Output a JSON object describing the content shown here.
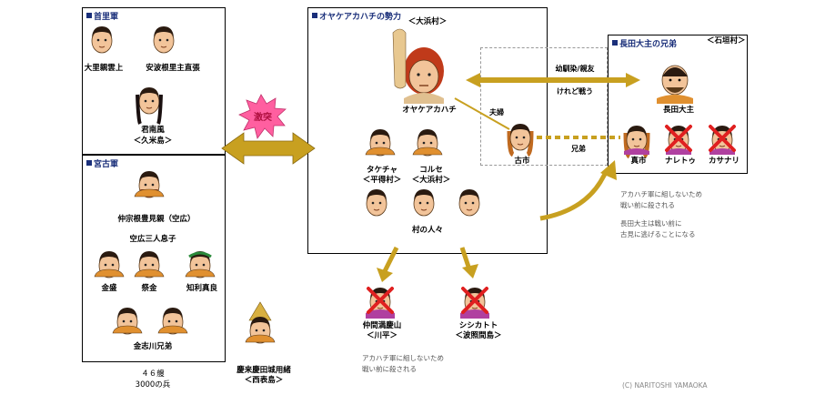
{
  "colors": {
    "gold": "#c8a020",
    "title_blue": "#1a2f7a",
    "red_x": "#e02020",
    "burst": "#ff5fa0"
  },
  "shuri": {
    "title": "首里軍",
    "people": [
      {
        "name": "大里親雲上"
      },
      {
        "name": "安波根里主直張"
      },
      {
        "name": "君南風"
      }
    ],
    "kimi_origin": "＜久米島＞"
  },
  "miyako": {
    "title": "宮古軍",
    "leader": "仲宗根豊見親（空広）",
    "sons_heading": "空広三人息子",
    "sons": [
      {
        "name": "金盛"
      },
      {
        "name": "祭金"
      },
      {
        "name": "知利真良"
      }
    ],
    "kinshigawa": "金志川兄弟",
    "ships": "４６艘",
    "soldiers": "3000の兵"
  },
  "kiraikira": {
    "name": "慶来慶田城用緒",
    "origin": "＜西表島＞"
  },
  "clash": "激突",
  "oyake": {
    "title": "オヤケアカハチの勢力",
    "origin": "＜大浜村＞",
    "leader": "オヤケアカハチ",
    "takecha": "タケチャ",
    "takecha_origin": "＜平得村＞",
    "korse": "コルセ",
    "korse_origin": "＜大浜村＞",
    "villagers": "村の人々"
  },
  "koichi": "古市",
  "couple": "夫婦",
  "relation": {
    "line1": "幼馴染/親友",
    "line2": "けれど戦う"
  },
  "brothers_label": "兄弟",
  "nagata": {
    "title": "長田大主の兄弟",
    "origin": "＜石垣村＞",
    "leader": "長田大主",
    "siblings": [
      {
        "name": "真市"
      },
      {
        "name": "ナレトゥ"
      },
      {
        "name": "カサナリ"
      }
    ]
  },
  "nagata_note": {
    "line1": "アカハチ軍に組しないため",
    "line2": "戦い前に殺される",
    "line3": "長田大主は戦い前に",
    "line4": "古見に逃げることになる"
  },
  "nakama": {
    "name": "仲間満慶山",
    "origin": "＜川平＞"
  },
  "shishikato": {
    "name": "シシカトト",
    "origin": "＜波照間島＞"
  },
  "bottom_note": {
    "line1": "アカハチ軍に組しないため",
    "line2": "戦い前に殺される"
  },
  "credit": "(C) NARITOSHI YAMAOKA"
}
